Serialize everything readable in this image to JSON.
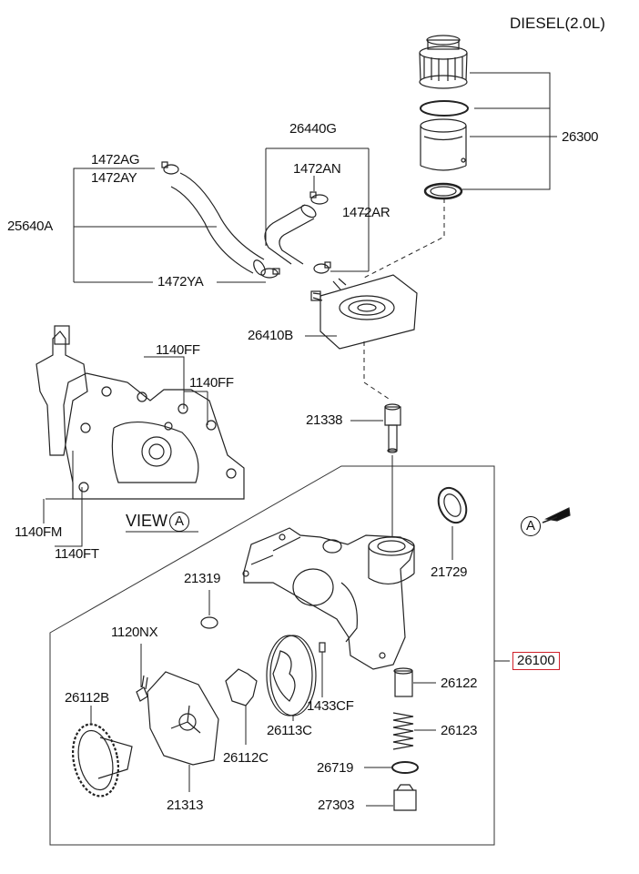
{
  "title": "DIESEL(2.0L)",
  "view_label": "VIEW",
  "view_marker": "A",
  "arrow_marker": "A",
  "highlight_color": "#d0202a",
  "labels": {
    "p26300": "26300",
    "p26440G": "26440G",
    "p1472AN": "1472AN",
    "p1472AR": "1472AR",
    "p1472AG": "1472AG",
    "p1472AY": "1472AY",
    "p25640A": "25640A",
    "p1472YA": "1472YA",
    "p26410B": "26410B",
    "p1140FF_a": "1140FF",
    "p1140FF_b": "1140FF",
    "p21338": "21338",
    "p1140FM": "1140FM",
    "p1140FT": "1140FT",
    "p21319": "21319",
    "p21729": "21729",
    "p26100": "26100",
    "p1120NX": "1120NX",
    "p26112B": "26112B",
    "p1433CF": "1433CF",
    "p26122": "26122",
    "p26113C": "26113C",
    "p26112C": "26112C",
    "p26123": "26123",
    "p26719": "26719",
    "p21313": "21313",
    "p27303": "27303"
  }
}
